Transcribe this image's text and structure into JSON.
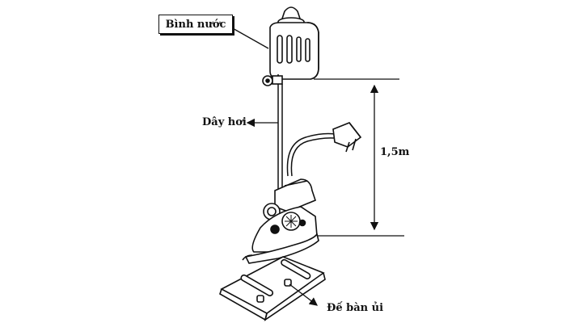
{
  "labels": {
    "water_tank": "Bình nước",
    "steam_hose": "Dây hơi",
    "height": "1,5m",
    "iron_base": "Đế bàn ủi"
  },
  "colors": {
    "ink": "#111111",
    "background": "#ffffff"
  },
  "icons": {
    "tank": "water-tank-illustration",
    "iron": "steam-iron-illustration",
    "stand": "iron-rest-pad-illustration",
    "plug": "power-plug-illustration"
  }
}
